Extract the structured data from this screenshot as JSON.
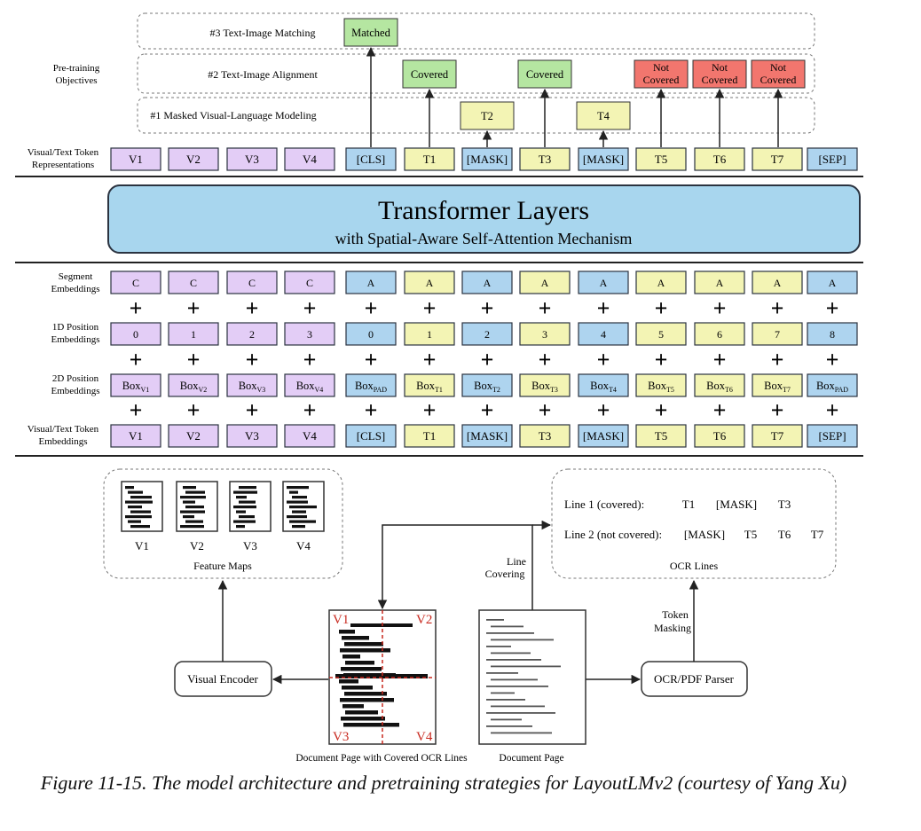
{
  "objectives": {
    "header": [
      "Pre-training",
      "Objectives"
    ],
    "obj3": "#3 Text-Image Matching",
    "obj2": "#2 Text-Image Alignment",
    "obj1": "#1 Masked Visual-Language Modeling",
    "matched": "Matched",
    "covered": "Covered",
    "not_covered": [
      "Not",
      "Covered"
    ],
    "t2": "T2",
    "t4": "T4"
  },
  "representations": {
    "label": [
      "Visual/Text Token",
      "Representations"
    ],
    "tokens": [
      "V1",
      "V2",
      "V3",
      "V4",
      "[CLS]",
      "T1",
      "[MASK]",
      "T3",
      "[MASK]",
      "T5",
      "T6",
      "T7",
      "[SEP]"
    ]
  },
  "transformer": {
    "title": "Transformer Layers",
    "subtitle": "with Spatial-Aware Self-Attention Mechanism"
  },
  "embeddings": {
    "segment": {
      "label": [
        "Segment",
        "Embeddings"
      ],
      "values": [
        "C",
        "C",
        "C",
        "C",
        "A",
        "A",
        "A",
        "A",
        "A",
        "A",
        "A",
        "A",
        "A"
      ]
    },
    "pos1d": {
      "label": [
        "1D Position",
        "Embeddings"
      ],
      "values": [
        "0",
        "1",
        "2",
        "3",
        "0",
        "1",
        "2",
        "3",
        "4",
        "5",
        "6",
        "7",
        "8"
      ]
    },
    "pos2d": {
      "label": [
        "2D Position",
        "Embeddings"
      ],
      "base": "Box",
      "subs": [
        "V1",
        "V2",
        "V3",
        "V4",
        "PAD",
        "T1",
        "T2",
        "T3",
        "T4",
        "T5",
        "T6",
        "T7",
        "PAD"
      ]
    },
    "token": {
      "label": [
        "Visual/Text Token",
        "Embeddings"
      ],
      "values": [
        "V1",
        "V2",
        "V3",
        "V4",
        "[CLS]",
        "T1",
        "[MASK]",
        "T3",
        "[MASK]",
        "T5",
        "T6",
        "T7",
        "[SEP]"
      ]
    },
    "plus": "+"
  },
  "pipeline": {
    "feature_maps": {
      "title": "Feature Maps",
      "labels": [
        "V1",
        "V2",
        "V3",
        "V4"
      ]
    },
    "ocr_lines": {
      "title": "OCR Lines",
      "line1": {
        "label": "Line 1 (covered):",
        "tokens": [
          "T1",
          "[MASK]",
          "T3"
        ]
      },
      "line2": {
        "label": "Line 2 (not covered):",
        "tokens": [
          "[MASK]",
          "T5",
          "T6",
          "T7"
        ]
      }
    },
    "line_covering": [
      "Line",
      "Covering"
    ],
    "token_masking": [
      "Token",
      "Masking"
    ],
    "visual_encoder": "Visual Encoder",
    "ocr_parser": "OCR/PDF Parser",
    "covered_page": {
      "caption": "Document Page with Covered OCR Lines",
      "quadrants": [
        "V1",
        "V2",
        "V3",
        "V4"
      ]
    },
    "doc_page": {
      "caption": "Document Page"
    }
  },
  "caption": "Figure 11-15. The model architecture and pretraining strategies for LayoutLMv2 (courtesy of Yang Xu)",
  "colors": {
    "purple": "#e3cdf6",
    "blue": "#aed4ef",
    "yellow": "#f3f4b4",
    "green": "#b5e6a1",
    "red": "#f2766e",
    "transformer": "#a8d6ee",
    "annotation_red": "#c8281e"
  }
}
